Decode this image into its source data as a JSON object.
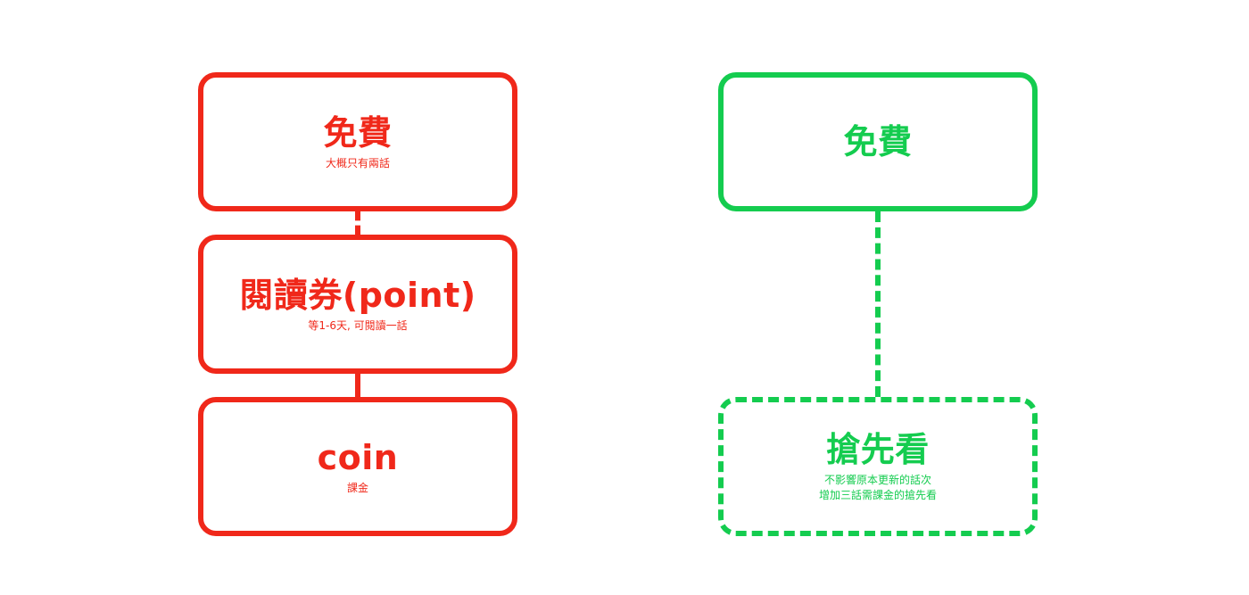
{
  "colors": {
    "left_accent": "#f0281a",
    "right_accent": "#14cc4f"
  },
  "left_flow": {
    "free": {
      "title": "免費",
      "subtitle": "大概只有兩話"
    },
    "point": {
      "title": "閱讀券(point)",
      "subtitle": "等1-6天, 可閱讀一話"
    },
    "coin": {
      "title": "coin",
      "subtitle": "課金"
    }
  },
  "right_flow": {
    "free": {
      "title": "免費"
    },
    "early": {
      "title": "搶先看",
      "subtitle_line1": "不影響原本更新的話次",
      "subtitle_line2": "增加三話需課金的搶先看"
    }
  }
}
